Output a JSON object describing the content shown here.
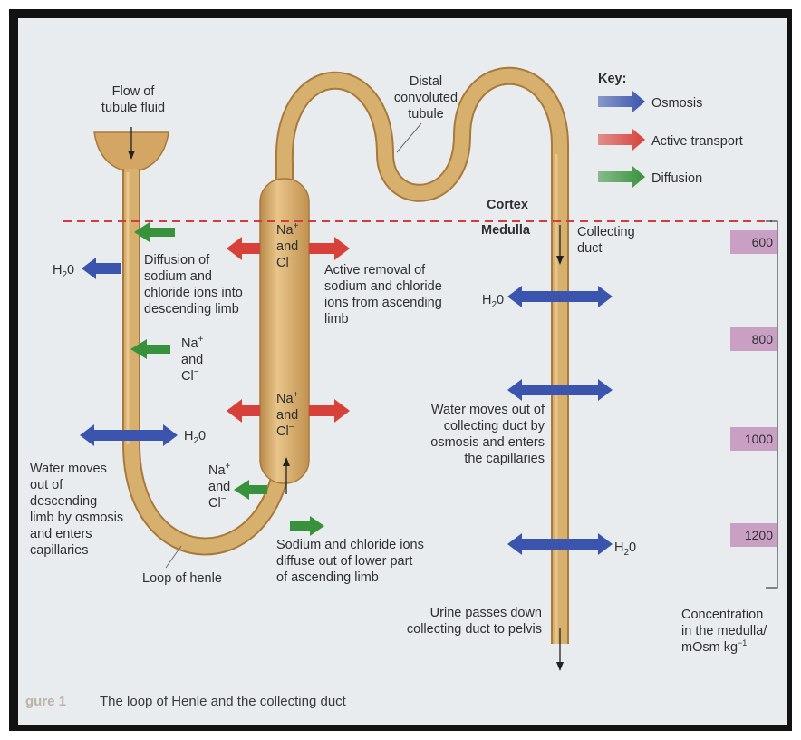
{
  "colors": {
    "osmosis": "#3b54ad",
    "active_transport": "#d8413a",
    "diffusion": "#38923c",
    "tubule": "#d8b06e",
    "tubule_edge": "#a8793b",
    "boundary": "#d23c3c",
    "conc_box": "#c9a0c4"
  },
  "labels": {
    "flow_of": "Flow of",
    "tubule_fluid": "tubule fluid",
    "distal_1": "Distal",
    "distal_2": "convoluted",
    "distal_3": "tubule",
    "cortex": "Cortex",
    "medulla": "Medulla",
    "collecting_1": "Collecting",
    "collecting_2": "duct",
    "h2o": "H",
    "h2o_sub": "2",
    "h2o_o": "0",
    "na": "Na",
    "na_sup": "+",
    "and": "and",
    "cl": "Cl",
    "cl_sup": "−",
    "diff_desc_1": "Diffusion of",
    "diff_desc_2": "sodium and",
    "diff_desc_3": "chloride ions into",
    "diff_desc_4": "descending limb",
    "active_1": "Active removal of",
    "active_2": "sodium and chloride",
    "active_3": "ions from ascending",
    "active_4": "limb",
    "water_desc_1": "Water moves",
    "water_desc_2": "out of",
    "water_desc_3": "descending",
    "water_desc_4": "limb by osmosis",
    "water_desc_5": "and enters",
    "water_desc_6": "capillaries",
    "water_coll_1": "Water moves out of",
    "water_coll_2": "collecting duct by",
    "water_coll_3": "osmosis and enters",
    "water_coll_4": "the capillaries",
    "sodium_out_1": "Sodium and chloride ions",
    "sodium_out_2": "diffuse out of lower part",
    "sodium_out_3": "of ascending limb",
    "loop": "Loop of henle",
    "urine_1": "Urine passes down",
    "urine_2": "collecting duct to pelvis",
    "conc_1": "Concentration",
    "conc_2": "in the medulla/",
    "conc_3": "mOsm kg",
    "conc_3_sup": "−1",
    "caption_fig": "gure 1",
    "caption_text": "The loop of Henle and the collecting duct"
  },
  "key": {
    "title": "Key:",
    "items": [
      {
        "label": "Osmosis",
        "color": "#3b54ad"
      },
      {
        "label": "Active transport",
        "color": "#d8413a"
      },
      {
        "label": "Diffusion",
        "color": "#38923c"
      }
    ]
  },
  "concentrations": [
    "600",
    "800",
    "1000",
    "1200"
  ]
}
